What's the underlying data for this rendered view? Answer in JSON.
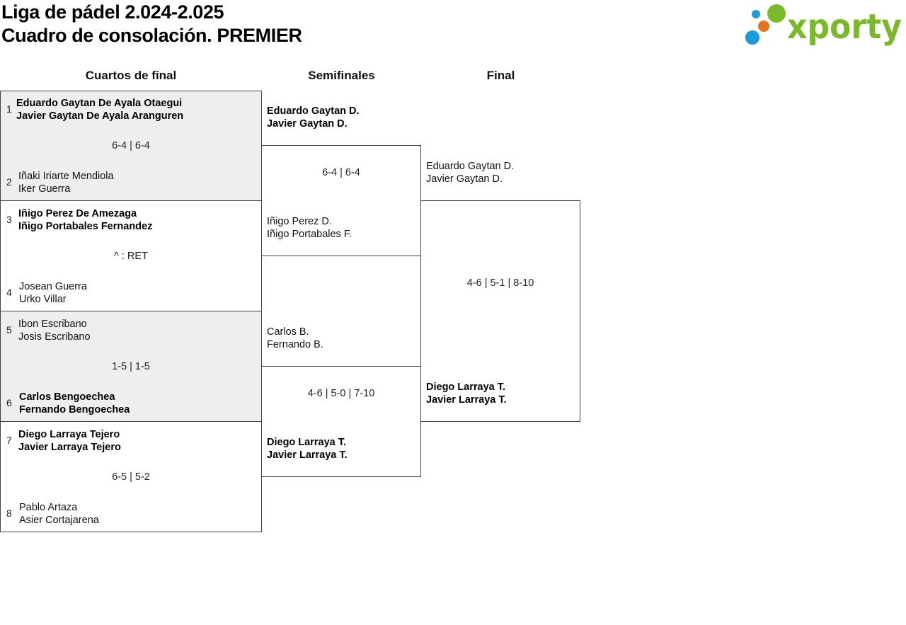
{
  "header": {
    "title_line1": "Liga de pádel 2.024-2.025",
    "title_line2": "Cuadro de consolación. PREMIER",
    "logo_text": "xporty",
    "logo_colors": {
      "green": "#7ab928",
      "orange": "#e8731a",
      "blue": "#1a9bdc"
    }
  },
  "rounds": {
    "quarterfinals": "Cuartos de final",
    "semifinals": "Semifinales",
    "final": "Final"
  },
  "quarterfinals": [
    {
      "score": "6-4 | 6-4",
      "top": {
        "seed": "1",
        "p1": "Eduardo Gaytan De Ayala Otaegui",
        "p2": "Javier Gaytan De Ayala Aranguren"
      },
      "bottom": {
        "seed": "2",
        "p1": "Iñaki Iriarte Mendiola",
        "p2": "Iker Guerra"
      }
    },
    {
      "score": "^ : RET",
      "top": {
        "seed": "3",
        "p1": "Iñigo Perez De Amezaga",
        "p2": "Iñigo Portabales Fernandez"
      },
      "bottom": {
        "seed": "4",
        "p1": "Josean Guerra",
        "p2": "Urko Villar"
      }
    },
    {
      "score": "1-5 | 1-5",
      "top": {
        "seed": "5",
        "p1": "Ibon Escribano",
        "p2": "Josis Escribano"
      },
      "bottom": {
        "seed": "6",
        "p1": "Carlos Bengoechea",
        "p2": "Fernando Bengoechea"
      }
    },
    {
      "score": "6-5 | 5-2",
      "top": {
        "seed": "7",
        "p1": "Diego Larraya Tejero",
        "p2": "Javier Larraya Tejero"
      },
      "bottom": {
        "seed": "8",
        "p1": "Pablo Artaza",
        "p2": "Asier Cortajarena"
      }
    }
  ],
  "semifinals": [
    {
      "score": "6-4 | 6-4",
      "top": {
        "p1": "Eduardo Gaytan D.",
        "p2": "Javier Gaytan D."
      },
      "bottom": {
        "p1": "Iñigo Perez D.",
        "p2": "Iñigo Portabales F."
      }
    },
    {
      "score": "4-6 | 5-0 | 7-10",
      "top": {
        "p1": "Carlos B.",
        "p2": "Fernando B."
      },
      "bottom": {
        "p1": "Diego Larraya T.",
        "p2": "Javier Larraya T."
      }
    }
  ],
  "final": {
    "score": "4-6 | 5-1 | 8-10",
    "top": {
      "p1": "Eduardo Gaytan D.",
      "p2": "Javier Gaytan D."
    },
    "bottom": {
      "p1": "Diego Larraya T.",
      "p2": "Javier Larraya T."
    }
  }
}
